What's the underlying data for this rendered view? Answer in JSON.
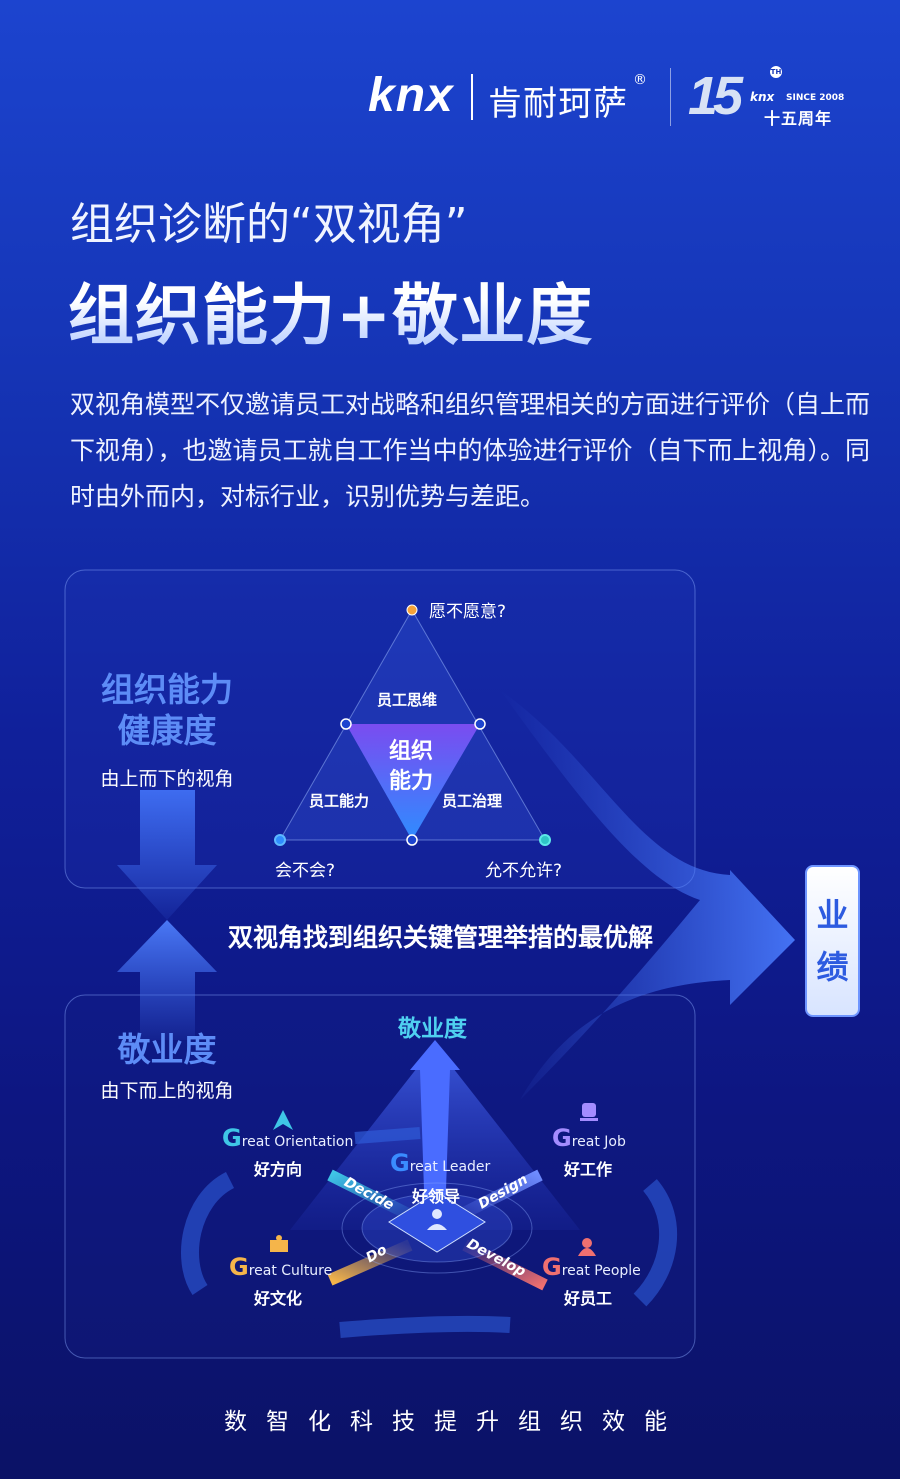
{
  "logo": {
    "knx": "knx",
    "cn": "肯耐珂萨",
    "reg": "®",
    "anniv_num": "15",
    "anniv_knx": "knx",
    "anniv_since": "SINCE 2008",
    "anniv_cn": "十五周年",
    "tm": "TH"
  },
  "title": {
    "line1": "组织诊断的“双视角”",
    "line2": "组织能力+敬业度"
  },
  "intro": "双视角模型不仅邀请员工对战略和组织管理相关的方面进行评价（自上而下视角），也邀请员工就自工作当中的体验进行评价（自下而上视角）。同时由外而内，对标行业，识别优势与差距。",
  "top_section": {
    "label1": "组织能力",
    "label2": "健康度",
    "sub": "由上而下的视角",
    "triangle": {
      "apex_q": "愿不愿意?",
      "left_q": "会不会?",
      "right_q": "允不允许?",
      "top": "员工思维",
      "left": "员工能力",
      "right": "员工治理",
      "center1": "组织",
      "center2": "能力"
    }
  },
  "banner": "双视角找到组织关键管理举措的最优解",
  "result": {
    "c1": "业",
    "c2": "绩"
  },
  "bottom_section": {
    "label": "敬业度",
    "sub": "由下而上的视角",
    "peak": "敬业度",
    "items": [
      {
        "g": "G",
        "en": "reat Orientation",
        "cn": "好方向",
        "color": "#3fc6e6"
      },
      {
        "g": "G",
        "en": "reat Leader",
        "cn": "好领导",
        "color": "#3a8cff"
      },
      {
        "g": "G",
        "en": "reat Job",
        "cn": "好工作",
        "color": "#a48cff"
      },
      {
        "g": "G",
        "en": "reat Culture",
        "cn": "好文化",
        "color": "#f5b54a"
      },
      {
        "g": "G",
        "en": "reat People",
        "cn": "好员工",
        "color": "#f07070"
      }
    ],
    "verbs": [
      "Decide",
      "Design",
      "Do",
      "Develop"
    ]
  },
  "footer": "数智化科技提升组织效能"
}
